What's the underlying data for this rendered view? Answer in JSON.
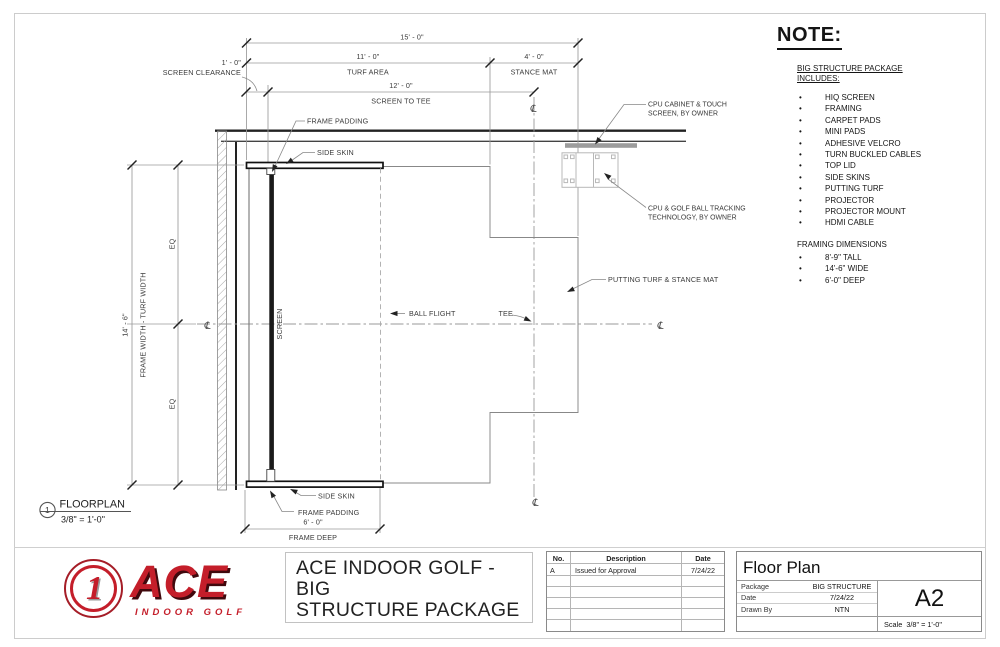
{
  "note": {
    "title": "NOTE:",
    "subtitle_line1": "BIG STRUCTURE PACKAGE",
    "subtitle_line2": "INCLUDES:",
    "items": [
      "HIQ SCREEN",
      "FRAMING",
      "CARPET PADS",
      "MINI PADS",
      "ADHESIVE VELCRO",
      "TURN BUCKLED CABLES",
      "TOP LID",
      "SIDE SKINS",
      "PUTTING TURF",
      "PROJECTOR",
      "PROJECTOR MOUNT",
      "HDMI CABLE"
    ],
    "framing_title": "FRAMING DIMENSIONS",
    "framing_items": [
      "8'-9\" TALL",
      "14'-6\" WIDE",
      "6'-0\" DEEP"
    ]
  },
  "plan": {
    "dims": {
      "overall": "15' - 0\"",
      "turf_area_value": "11' - 0\"",
      "turf_area_label": "TURF AREA",
      "stance_value": "4' - 0\"",
      "stance_label": "STANCE MAT",
      "screen_to_tee_value": "12' - 0\"",
      "screen_to_tee_label": "SCREEN TO TEE",
      "clearance_value": "1' - 0\"",
      "clearance_label": "SCREEN CLEARANCE",
      "frame_width_value": "14' - 6\"",
      "frame_width_label": "FRAME WIDTH - TURF WIDTH",
      "eq": "EQ",
      "frame_deep_value": "6' - 0\"",
      "frame_deep_label": "FRAME DEEP"
    },
    "labels": {
      "frame_padding": "FRAME PADDING",
      "side_skin": "SIDE SKIN",
      "screen": "SCREEN",
      "ball_flight": "BALL FLIGHT",
      "tee": "TEE",
      "putting_turf": "PUTTING TURF & STANCE MAT",
      "cpu_cabinet_line1": "CPU CABINET & TOUCH",
      "cpu_cabinet_line2": "SCREEN, BY OWNER",
      "cpu_tracking_line1": "CPU & GOLF BALL TRACKING",
      "cpu_tracking_line2": "TECHNOLOGY, BY OWNER",
      "centerline": "℄"
    },
    "view_title": {
      "number": "1",
      "name": "FLOORPLAN",
      "scale": "3/8\" = 1'-0\""
    }
  },
  "title_block": {
    "logo": {
      "numeral": "1",
      "brand": "ACE",
      "tagline": "INDOOR GOLF",
      "red": "#c41e2a"
    },
    "project_title_line1": "ACE INDOOR GOLF - BIG",
    "project_title_line2": "STRUCTURE PACKAGE",
    "revisions": {
      "col_no": "No.",
      "col_description": "Description",
      "col_date": "Date",
      "rows": [
        {
          "no": "A",
          "description": "Issued for Approval",
          "date": "7/24/22"
        }
      ]
    },
    "sheet_info": {
      "view_name": "Floor Plan",
      "package_label": "Package",
      "package_value": "BIG STRUCTURE",
      "date_label": "Date",
      "date_value": "7/24/22",
      "drawn_by_label": "Drawn By",
      "drawn_by_value": "NTN",
      "sheet_number": "A2",
      "scale_label": "Scale",
      "scale_value": "3/8\" = 1'-0\""
    }
  }
}
